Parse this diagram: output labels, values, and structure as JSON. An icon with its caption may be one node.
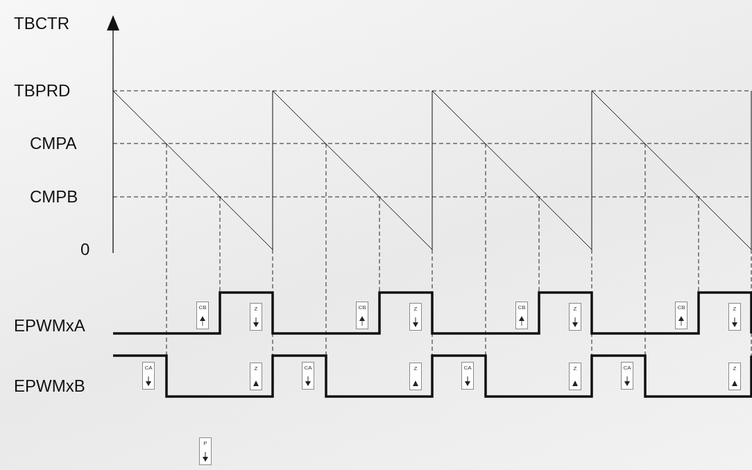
{
  "diagram": {
    "labels": [
      "TBCTR",
      "TBPRD",
      "CMPA",
      "CMPB",
      "0",
      "EPWMxA",
      "CB",
      "Z",
      "CB",
      "Z",
      "CB",
      "Z",
      "CB",
      "Z",
      "EPWMxB",
      "CA",
      "Z",
      "CA",
      "Z",
      "CA",
      "Z",
      "CA",
      "Z",
      "P"
    ]
  }
}
